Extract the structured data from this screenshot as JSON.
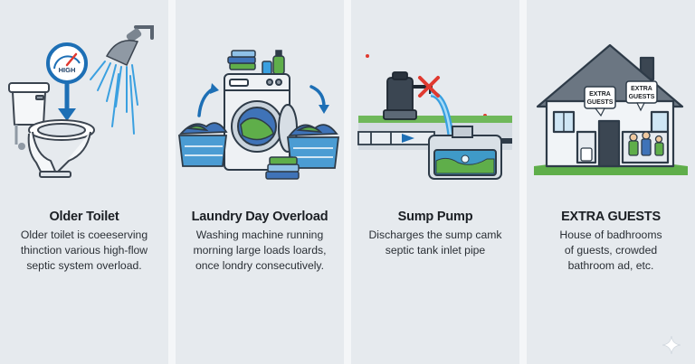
{
  "panels": [
    {
      "title": "Older Toilet",
      "description": "Older toilet is coeeserving\nthinction various high-flow\nseptic system overload.",
      "gauge_label": "HIGH"
    },
    {
      "title": "Laundry Day Overload",
      "description": "Washing machine running\nmorning large loads loards,\nonce londry consecutively."
    },
    {
      "title": "Sump Pump",
      "description": "Discharges the sump camk\nseptic tank inlet pipe"
    },
    {
      "title": "EXTRA GUESTS",
      "description": "House of badhrooms\nof guests, crowded\nbathroom ad, etc.",
      "sign_1": "EXTRA\nGUESTS",
      "sign_2": "EXTRA\nGUESTS"
    }
  ],
  "icons": {
    "toilet": "toilet-icon",
    "shower": "shower-head-icon",
    "gauge": "pressure-gauge-icon",
    "washer": "washing-machine-icon",
    "basket": "laundry-basket-icon",
    "pump": "sump-pump-icon",
    "cross": "red-x-icon",
    "tank": "septic-tank-icon",
    "house": "house-icon",
    "sparkle": "sparkle-icon"
  },
  "colors": {
    "panel_bg": "#e6eaee",
    "water": "#3aa0e0",
    "red": "#e0392f",
    "green": "#5fae4a",
    "dark": "#2e3b48"
  }
}
